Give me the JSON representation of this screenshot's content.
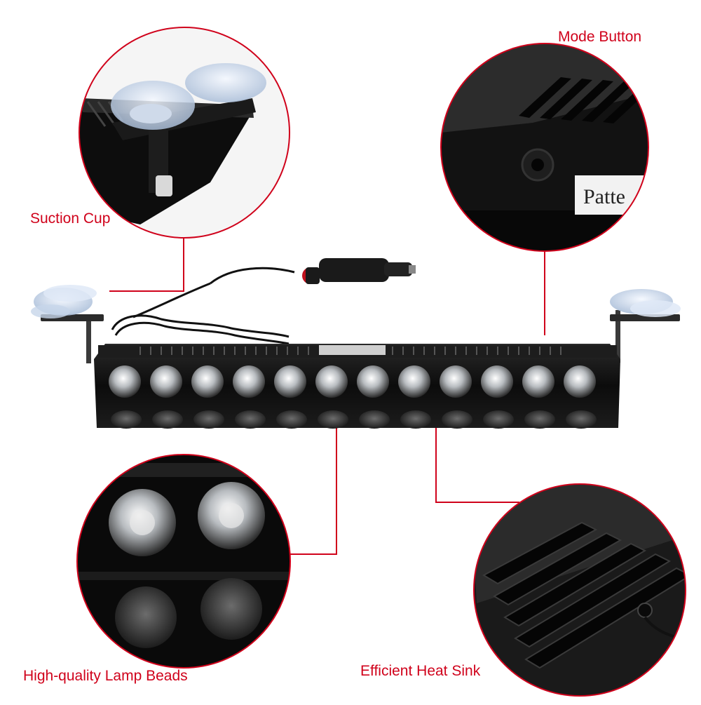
{
  "callouts": {
    "suction_cup": "Suction Cup",
    "mode_button": "Mode Button",
    "lamp_beads": "High-quality Lamp Beads",
    "heat_sink": "Efficient Heat Sink"
  },
  "mode_panel_sticker": "Patte",
  "colors": {
    "accent": "#d0021b",
    "housing": "#111111",
    "lens": "#9aa0a6"
  },
  "icons": {
    "suction_cup": "suction-cup-icon",
    "plug": "cigarette-plug-icon"
  }
}
